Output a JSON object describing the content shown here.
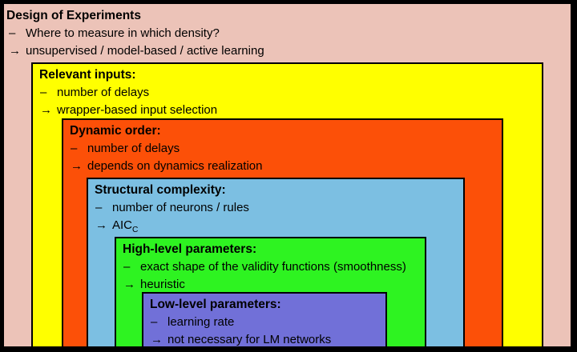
{
  "colors": {
    "frame": "#000000",
    "background": "#ecc3b8",
    "yellow": "#ffff00",
    "orange": "#fc5008",
    "blue": "#7cbfe2",
    "green": "#2ef321",
    "purple": "#7170d8",
    "text": "#000000"
  },
  "header": {
    "title": "Design of Experiments",
    "items": [
      {
        "bullet": "–",
        "text": "Where to measure in which density?"
      },
      {
        "bullet": "→",
        "text": "unsupervised / model-based / active learning"
      }
    ]
  },
  "boxes": [
    {
      "title": "Relevant inputs:",
      "items": [
        {
          "bullet": "–",
          "text": "number of delays"
        },
        {
          "bullet": "→",
          "text": "wrapper-based input selection"
        }
      ]
    },
    {
      "title": "Dynamic order:",
      "items": [
        {
          "bullet": "–",
          "text": "number of delays"
        },
        {
          "bullet": "→",
          "text": "depends on dynamics realization"
        }
      ]
    },
    {
      "title": "Structural complexity:",
      "items": [
        {
          "bullet": "–",
          "text": "number of neurons / rules"
        },
        {
          "bullet": "→",
          "text": "AIC",
          "sub": "C"
        }
      ]
    },
    {
      "title": "High-level parameters:",
      "items": [
        {
          "bullet": "–",
          "text": "exact shape of the validity functions (smoothness)"
        },
        {
          "bullet": "→",
          "text": "heuristic"
        }
      ]
    },
    {
      "title": "Low-level parameters:",
      "items": [
        {
          "bullet": "–",
          "text": "learning rate"
        },
        {
          "bullet": "→",
          "text": "not necessary for LM networks"
        }
      ]
    }
  ]
}
